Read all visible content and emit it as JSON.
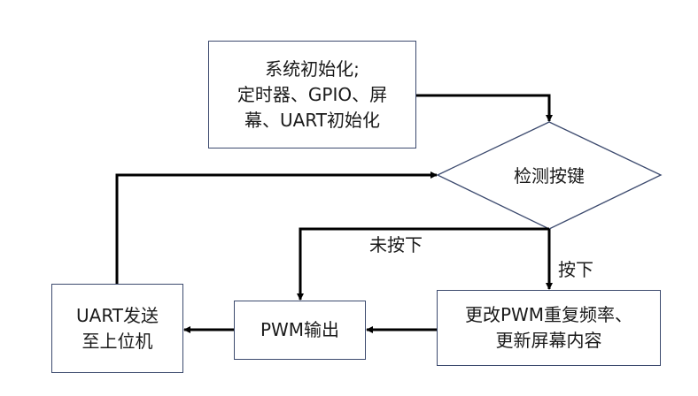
{
  "nodes": {
    "init": {
      "lines": [
        "系统初始化;",
        "定时器、GPIO、屏",
        "幕、UART初始化"
      ]
    },
    "check": {
      "label": "检测按键"
    },
    "update": {
      "lines": [
        "更改PWM重复频率、",
        "更新屏幕内容"
      ]
    },
    "pwm": {
      "label": "PWM输出"
    },
    "uart": {
      "lines": [
        "UART发送",
        "至上位机"
      ]
    }
  },
  "edges": {
    "not_pressed": "未按下",
    "pressed": "按下"
  },
  "colors": {
    "node_border": "#3c4a6e",
    "arrow": "#000000"
  }
}
